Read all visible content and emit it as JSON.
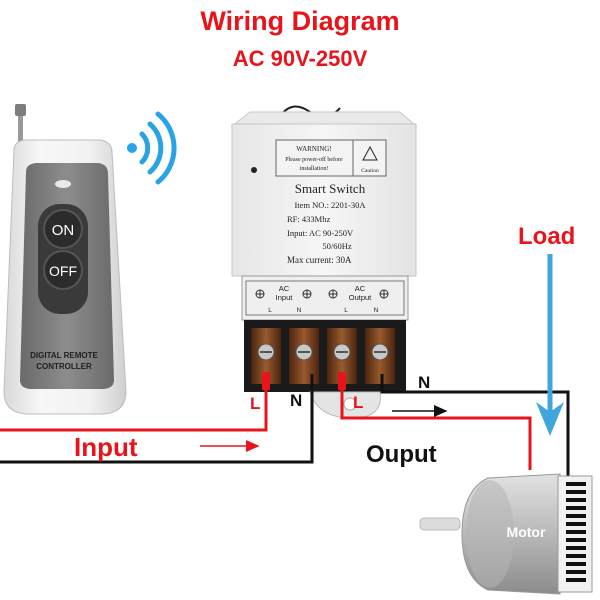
{
  "header": {
    "title": "Wiring Diagram",
    "subtitle": "AC 90V-250V"
  },
  "remote": {
    "on_label": "ON",
    "off_label": "OFF",
    "brand_line1": "DIGITAL REMOTE",
    "brand_line2": "CONTROLLER"
  },
  "switch_box": {
    "warning_title": "WARNING!",
    "warning_text1": "Please power-off before",
    "warning_text2": "installation!",
    "caution": "Caution",
    "name": "Smart Switch",
    "item_no": "Item NO.: 2201-30A",
    "rf": "RF: 433Mhz",
    "input": "Input: AC 90-250V",
    "freq": "50/60Hz",
    "max_current": "Max current: 30A",
    "terminal_ac1": "AC",
    "terminal_input": "Input",
    "terminal_ac2": "AC",
    "terminal_output": "Output",
    "pin_l1": "L",
    "pin_n1": "N",
    "pin_l2": "L",
    "pin_n2": "N"
  },
  "wiring": {
    "input_label": "Input",
    "output_label": "Ouput",
    "load_label": "Load",
    "motor_label": "Motor",
    "wire_l_in": "L",
    "wire_n_in": "N",
    "wire_l_out": "L",
    "wire_n_out": "N"
  },
  "colors": {
    "live_wire": "#e8141b",
    "neutral_wire": "#111111",
    "load_arrow": "#3fa6dc",
    "wifi": "#29a3e6"
  }
}
